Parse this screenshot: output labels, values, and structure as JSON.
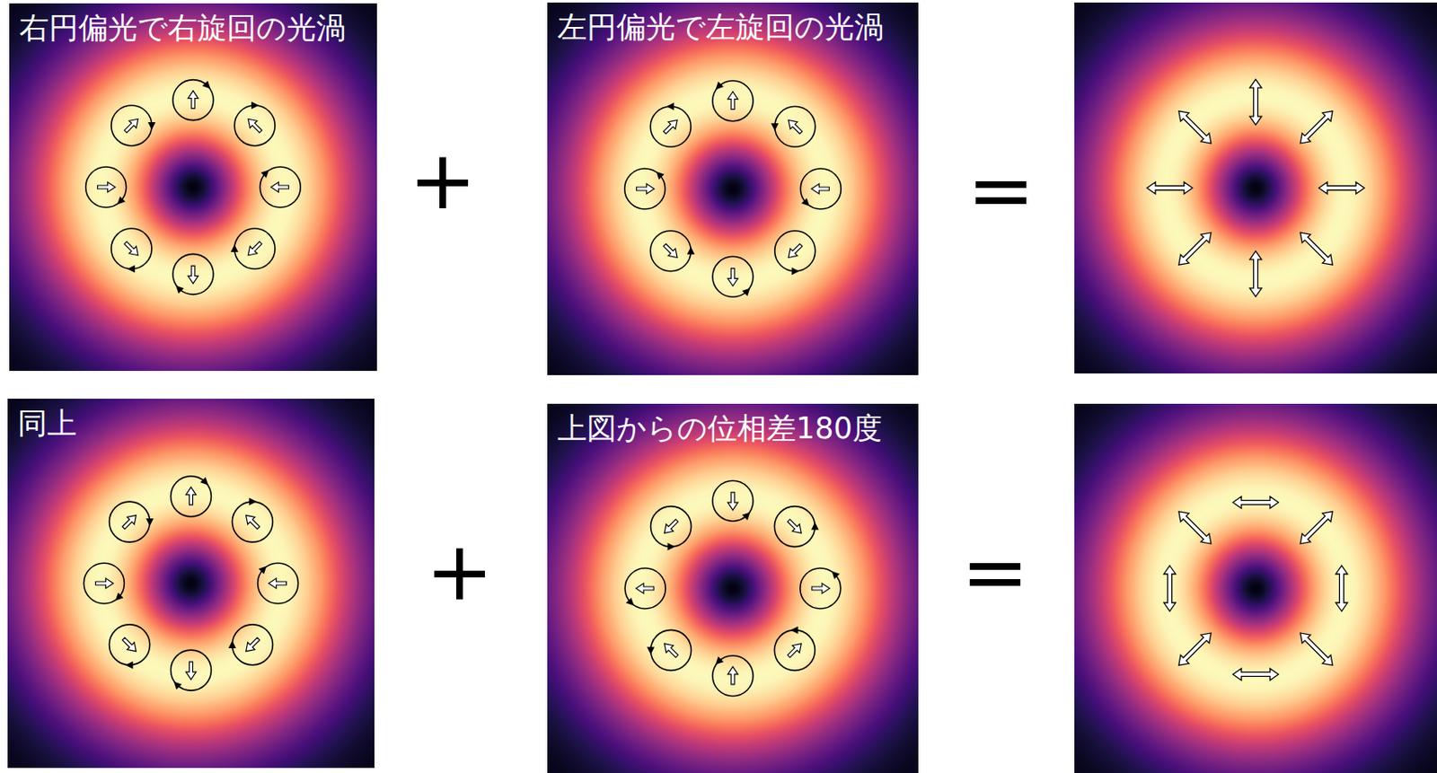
{
  "diagram": {
    "nodes": [
      {
        "text": [
          "右円偏光で右旋回の光渦"
        ]
      },
      {
        "text": [
          "左円偏光で左旋回の光渦"
        ]
      },
      {
        "text": [
          "同上"
        ]
      },
      {
        "text": [
          "上図からの位相差180度"
        ]
      }
    ],
    "labels": [
      "+",
      "=",
      "+",
      "="
    ]
  }
}
